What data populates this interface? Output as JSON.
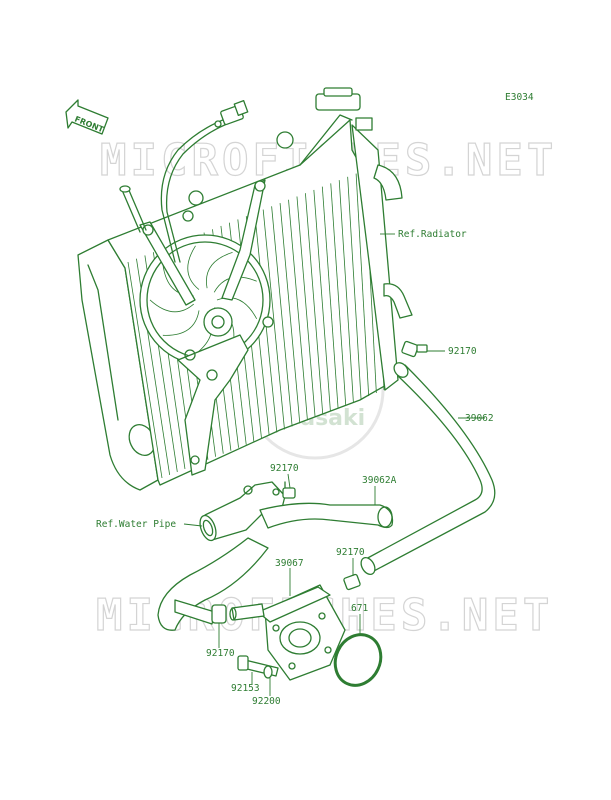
{
  "diagram_code": "E3034",
  "front_label": "FRONT",
  "watermark": {
    "top_text": "MICROFICHES.NET",
    "bottom_text": "MICROFICHES.NET",
    "logo_text": "Kawasaki"
  },
  "labels": {
    "ref_radiator": "Ref.Radiator",
    "ref_water_pipe": "Ref.Water Pipe",
    "p92170_a": "92170",
    "p39062": "39062",
    "p92170_b": "92170",
    "p39062a": "39062A",
    "p92170_c": "92170",
    "p39067": "39067",
    "p671": "671",
    "p92170_d": "92170",
    "p92153": "92153",
    "p92200": "92200"
  },
  "colors": {
    "line": "#2e7d32",
    "watermark": "#d4d4d4"
  }
}
